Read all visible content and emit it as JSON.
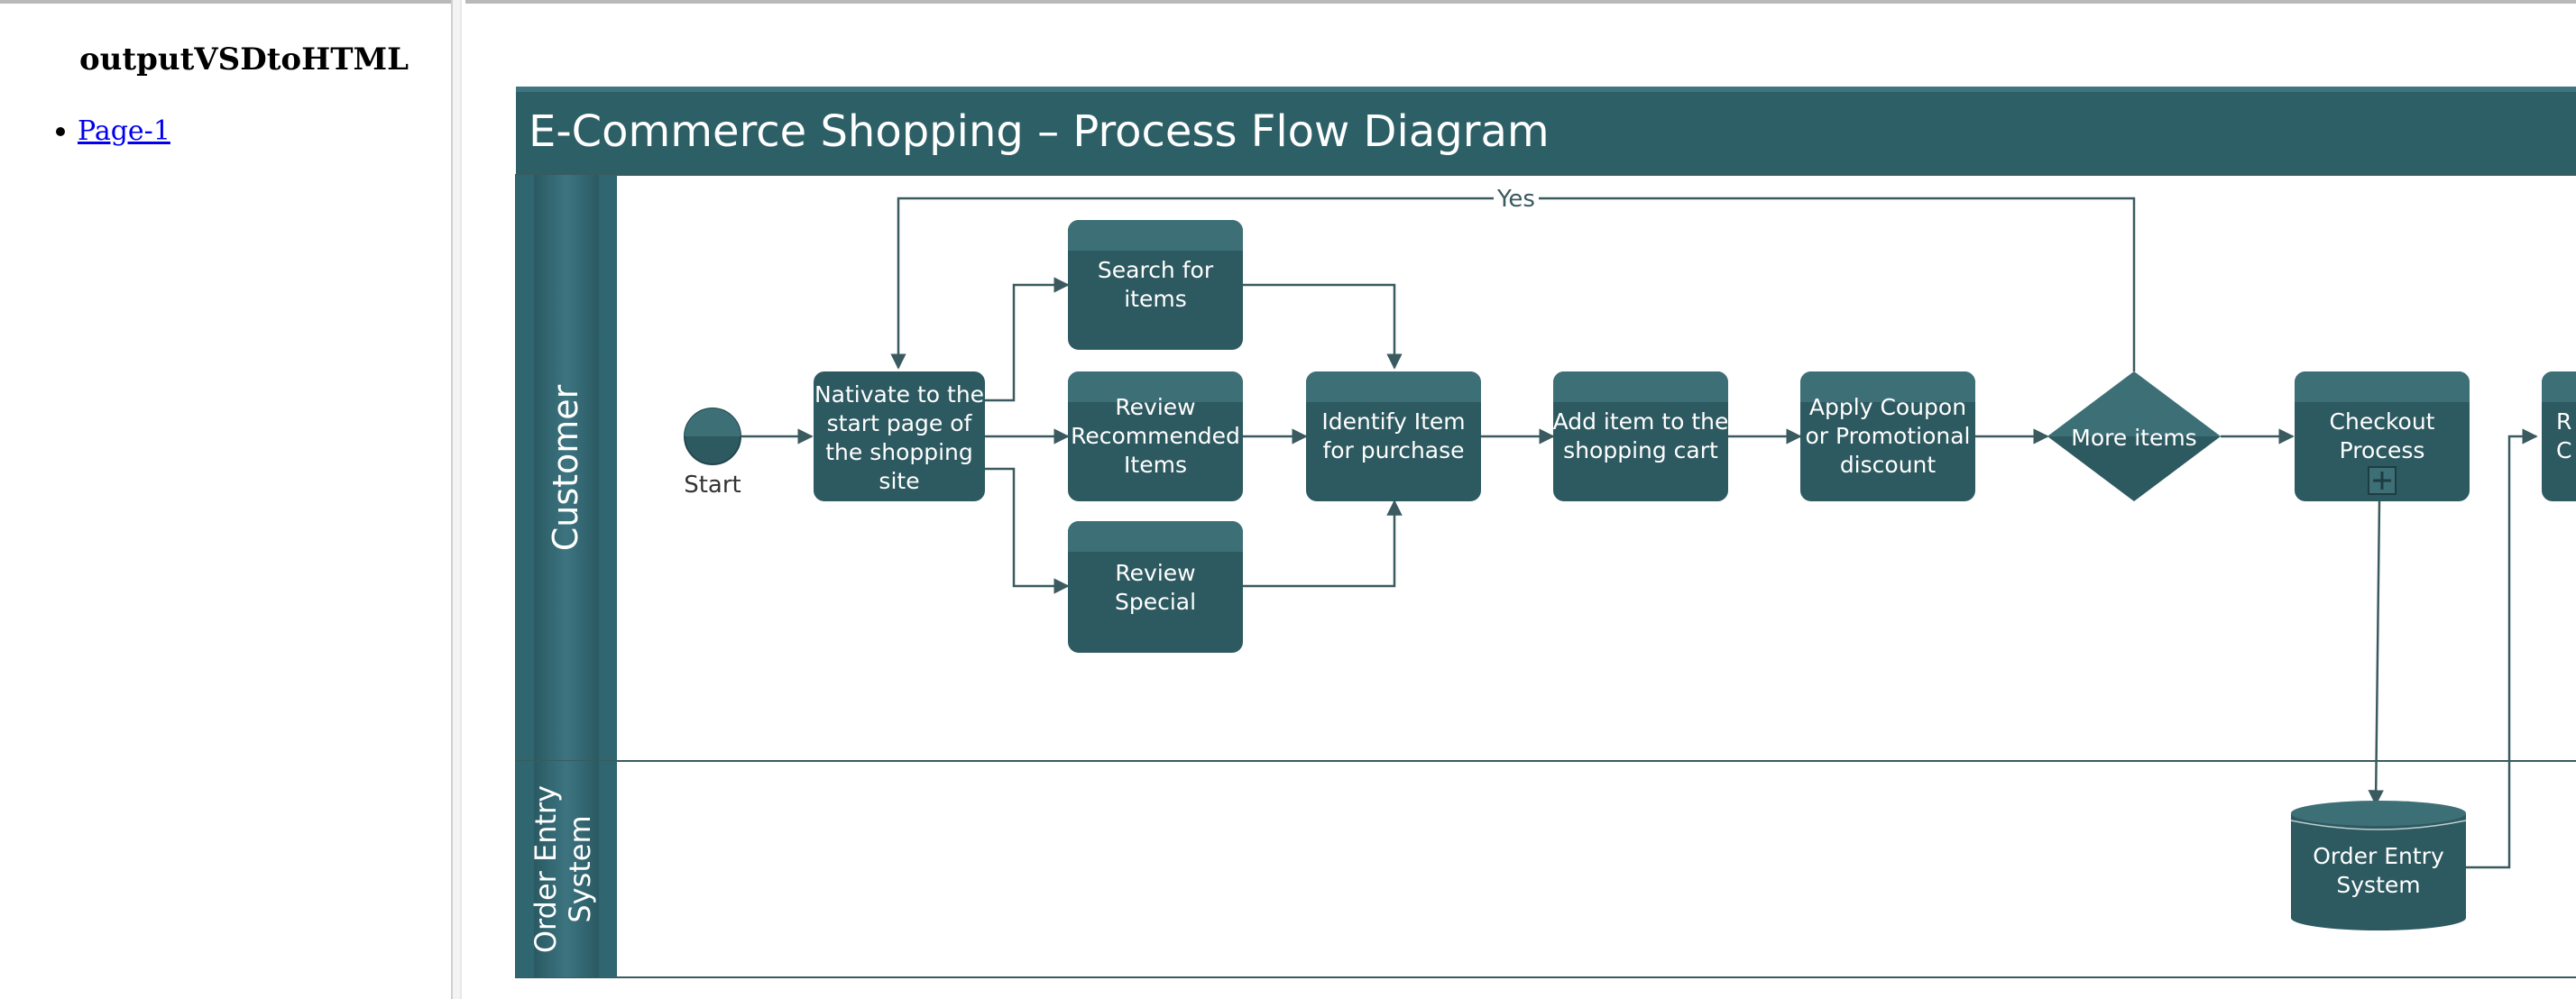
{
  "sidebar": {
    "title": "outputVSDtoHTML",
    "pages": [
      {
        "label": "Page-1"
      }
    ]
  },
  "diagram": {
    "title": "E-Commerce Shopping – Process Flow Diagram",
    "colors": {
      "header": "#2c5f66",
      "shape": "#2d5960",
      "shape_top": "#3d6f77",
      "lane_band": "#2f6670",
      "line": "#3a5a5f",
      "text_light": "#ffffff"
    },
    "lanes": {
      "customer": "Customer",
      "order_entry": [
        "Order Entry",
        "System"
      ]
    },
    "start_label": "Start",
    "yes_label": "Yes",
    "nodes": {
      "navigate": [
        "Nativate to the",
        "start page of",
        "the shopping",
        "site"
      ],
      "search": [
        "Search for",
        "items"
      ],
      "review_recommended": [
        "Review",
        "Recommended",
        "Items"
      ],
      "review_special": [
        "Review",
        "Special"
      ],
      "identify": [
        "Identify Item",
        "for purchase"
      ],
      "add_cart": [
        "Add item to the",
        "shopping cart"
      ],
      "apply_coupon": [
        "Apply Coupon",
        "or Promotional",
        "discount"
      ],
      "more_items": [
        "More items"
      ],
      "checkout": [
        "Checkout",
        "Process"
      ],
      "order_entry_system": [
        "Order Entry",
        "System"
      ],
      "partial": [
        "R",
        "C"
      ]
    }
  }
}
